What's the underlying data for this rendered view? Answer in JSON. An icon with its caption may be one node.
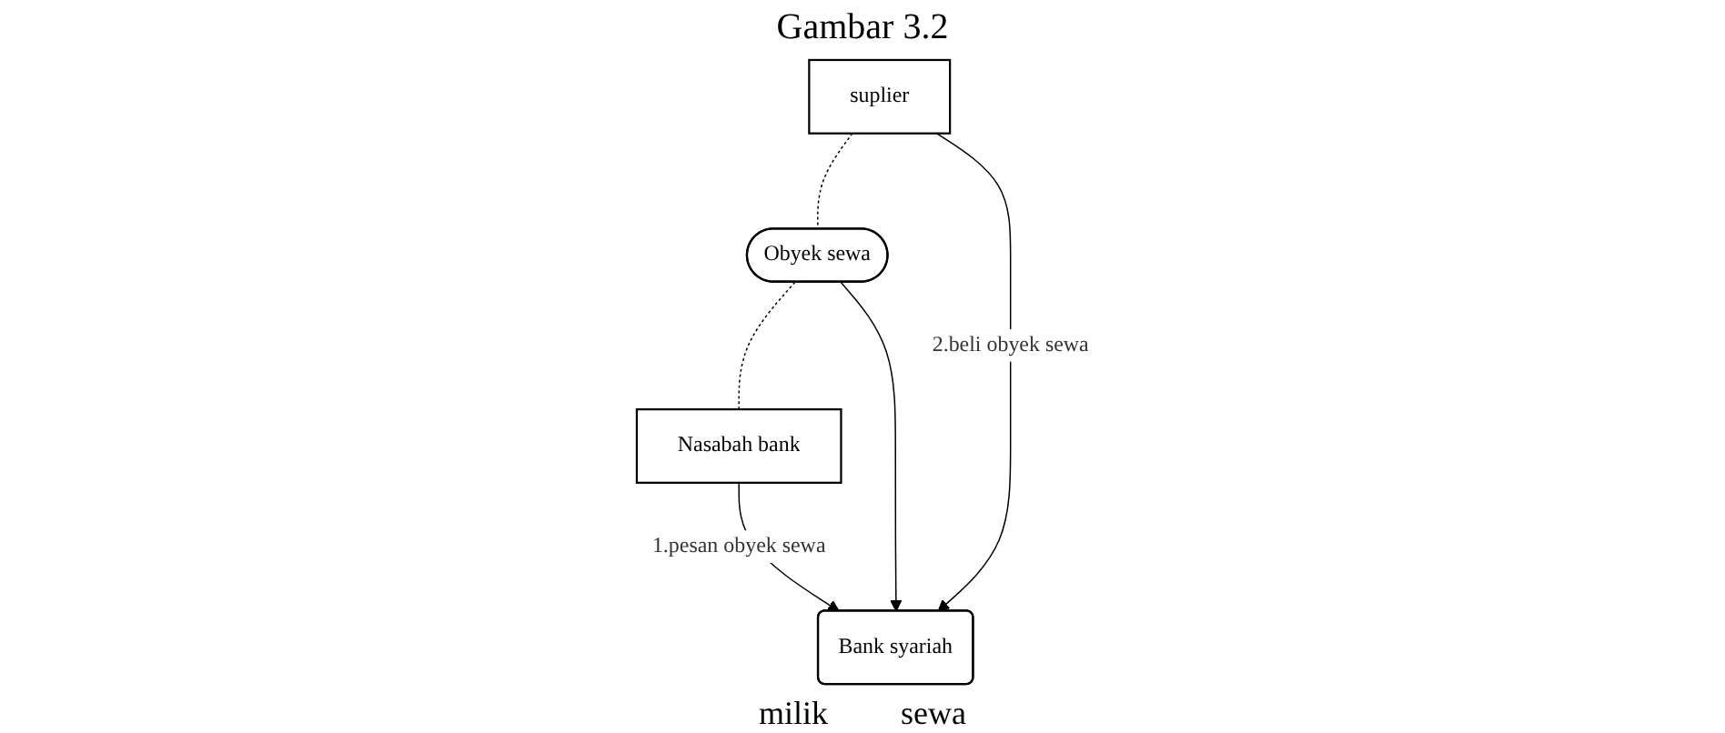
{
  "diagram": {
    "title": "Gambar 3.2",
    "nodes": [
      {
        "text": [
          "suplier"
        ]
      },
      {
        "text": [
          "Obyek sewa"
        ]
      },
      {
        "text": [
          "Nasabah bank"
        ]
      },
      {
        "text": [
          "Bank syariah"
        ]
      }
    ],
    "edges": [
      {
        "from": 0,
        "to": 1,
        "arrow": "none",
        "style": "dashed"
      },
      {
        "from": 1,
        "to": 2,
        "arrow": "none",
        "style": "dashed"
      },
      {
        "from": 1,
        "to": 3,
        "arrow": "to"
      },
      {
        "from": 0,
        "to": 3,
        "arrow": "to",
        "label": "2.beli obyek sewa"
      },
      {
        "from": 2,
        "to": 3,
        "arrow": "to",
        "label": "1.pesan obyek sewa"
      }
    ],
    "labels": [
      "milik",
      "sewa"
    ]
  }
}
